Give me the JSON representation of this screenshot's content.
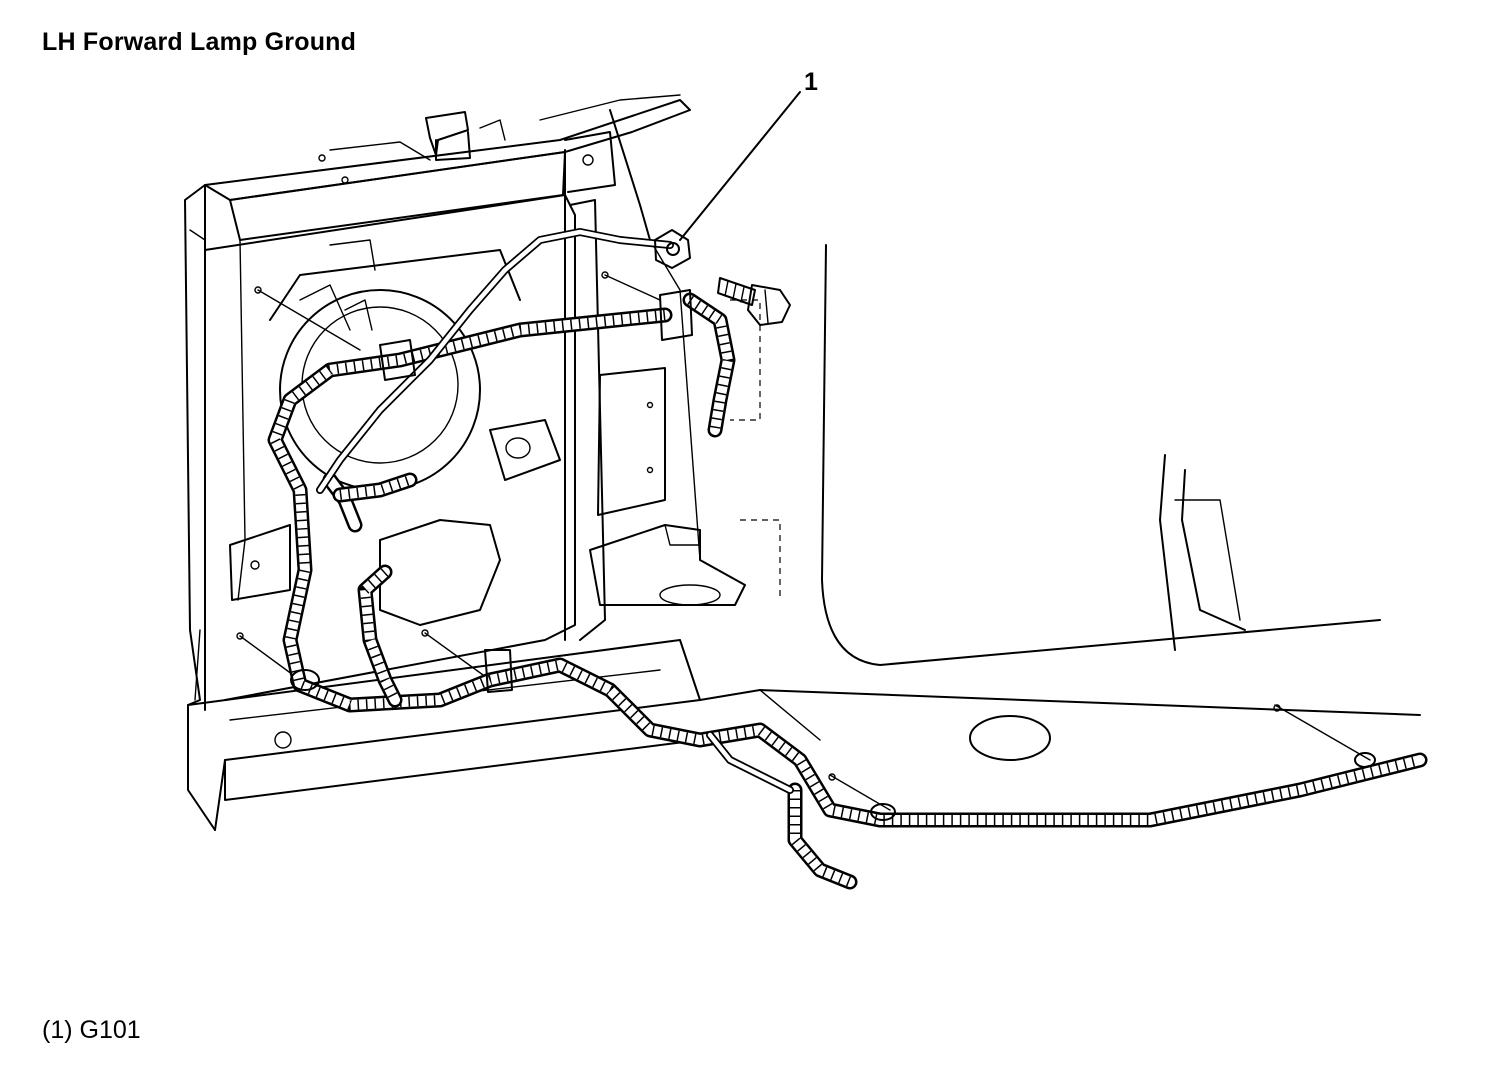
{
  "title": "LH Forward Lamp Ground",
  "callout": {
    "number": "1"
  },
  "legend": {
    "entries": [
      {
        "number": "(1)",
        "label": "G101"
      }
    ]
  }
}
